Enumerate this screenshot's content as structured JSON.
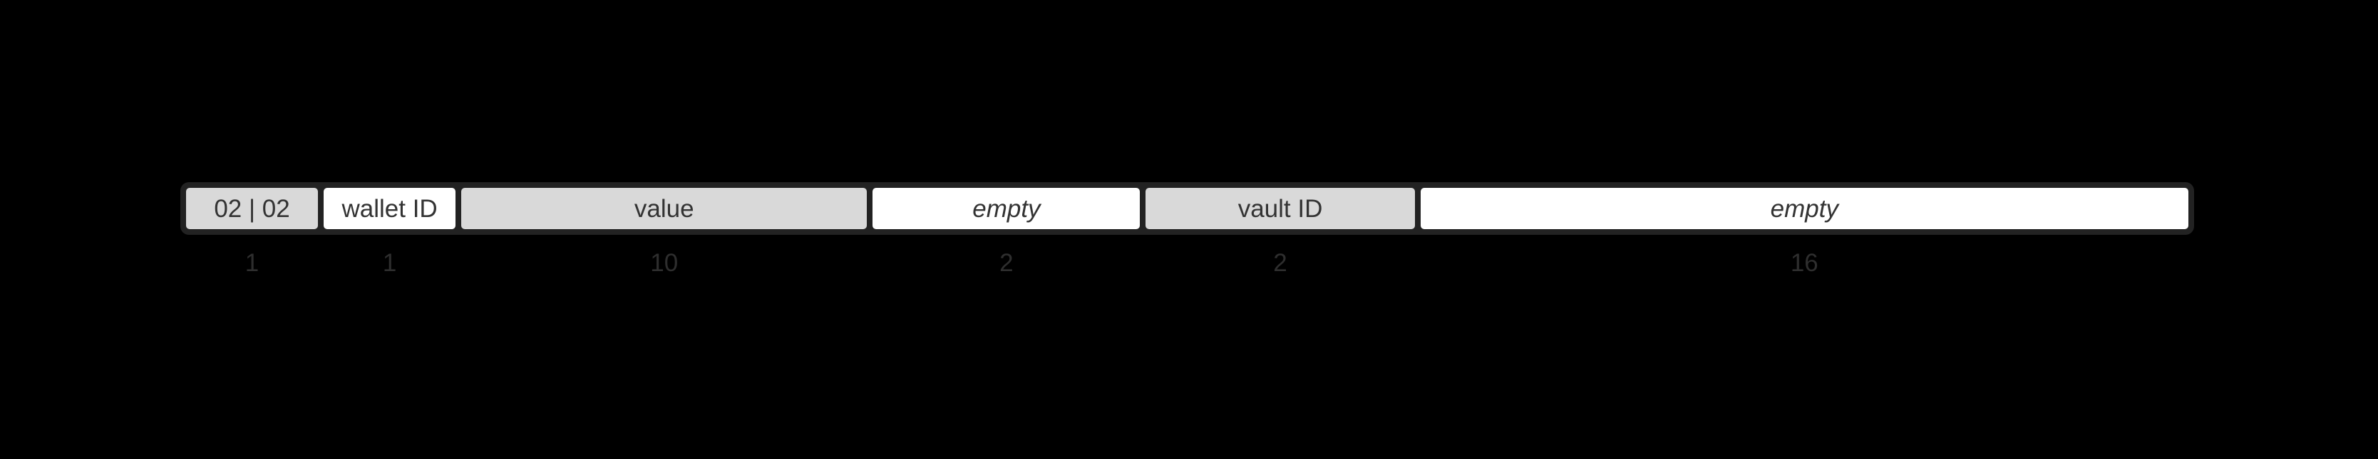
{
  "colors": {
    "background": "#000000",
    "frame": "#222222",
    "cell_gray": "#d9d9d9",
    "cell_white": "#ffffff",
    "cell_label_text": "#333333",
    "byte_count_text": "#2e2e2e"
  },
  "segments": [
    {
      "label": "02 | 02",
      "bytes": "1"
    },
    {
      "label": "wallet ID",
      "bytes": "1"
    },
    {
      "label": "value",
      "bytes": "10"
    },
    {
      "label": "empty",
      "bytes": "2"
    },
    {
      "label": "vault ID",
      "bytes": "2"
    },
    {
      "label": "empty",
      "bytes": "16"
    }
  ]
}
